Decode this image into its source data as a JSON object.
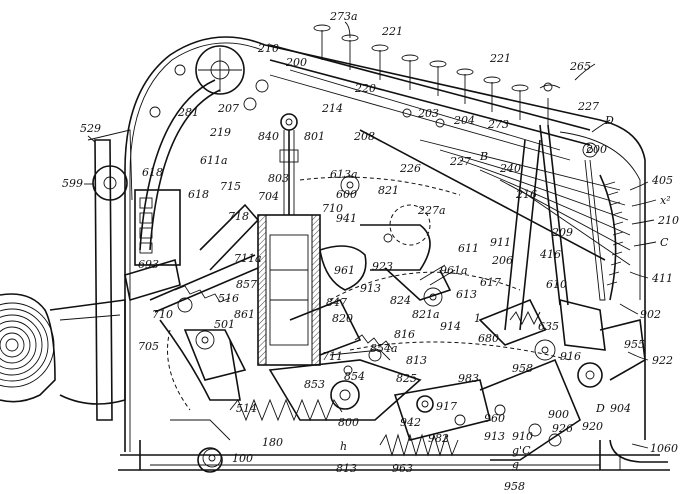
{
  "figure": {
    "kind": "patent-drawing",
    "ink_color": "#111111",
    "paper_color": "#ffffff"
  },
  "labels": [
    {
      "id": "l273a",
      "text": "273a"
    },
    {
      "id": "l221a",
      "text": "221"
    },
    {
      "id": "l221b",
      "text": "221"
    },
    {
      "id": "l210a",
      "text": "210"
    },
    {
      "id": "l200a",
      "text": "200"
    },
    {
      "id": "l265",
      "text": "265"
    },
    {
      "id": "l227a",
      "text": "227"
    },
    {
      "id": "lD",
      "text": "D"
    },
    {
      "id": "l220",
      "text": "220"
    },
    {
      "id": "l214",
      "text": "214"
    },
    {
      "id": "l203",
      "text": "203"
    },
    {
      "id": "l204",
      "text": "204"
    },
    {
      "id": "l273b",
      "text": "273"
    },
    {
      "id": "l281",
      "text": "281"
    },
    {
      "id": "l207",
      "text": "207"
    },
    {
      "id": "l219",
      "text": "219"
    },
    {
      "id": "l840",
      "text": "840"
    },
    {
      "id": "l801",
      "text": "801"
    },
    {
      "id": "l208",
      "text": "208"
    },
    {
      "id": "l529",
      "text": "529"
    },
    {
      "id": "l611a",
      "text": "611a"
    },
    {
      "id": "l618a",
      "text": "618"
    },
    {
      "id": "l618b",
      "text": "618"
    },
    {
      "id": "l599",
      "text": "599"
    },
    {
      "id": "l715",
      "text": "715"
    },
    {
      "id": "l704",
      "text": "704"
    },
    {
      "id": "l718",
      "text": "718"
    },
    {
      "id": "l803",
      "text": "803"
    },
    {
      "id": "l226",
      "text": "226"
    },
    {
      "id": "l227b",
      "text": "227"
    },
    {
      "id": "l240",
      "text": "240"
    },
    {
      "id": "lB",
      "text": "B"
    },
    {
      "id": "l200b",
      "text": "200"
    },
    {
      "id": "l405",
      "text": "405"
    },
    {
      "id": "lx2",
      "text": "x²"
    },
    {
      "id": "l210b",
      "text": "210"
    },
    {
      "id": "lC",
      "text": "C"
    },
    {
      "id": "l411",
      "text": "411"
    },
    {
      "id": "l613a",
      "text": "613a"
    },
    {
      "id": "l600",
      "text": "600"
    },
    {
      "id": "l821",
      "text": "821"
    },
    {
      "id": "l216",
      "text": "216"
    },
    {
      "id": "l227c",
      "text": "227a"
    },
    {
      "id": "l710",
      "text": "710"
    },
    {
      "id": "l941",
      "text": "941"
    },
    {
      "id": "l911",
      "text": "911"
    },
    {
      "id": "l209",
      "text": "209"
    },
    {
      "id": "l711a",
      "text": "711a"
    },
    {
      "id": "l857",
      "text": "857"
    },
    {
      "id": "l961",
      "text": "961"
    },
    {
      "id": "l923",
      "text": "923"
    },
    {
      "id": "l206",
      "text": "206"
    },
    {
      "id": "l416",
      "text": "416"
    },
    {
      "id": "l611",
      "text": "611"
    },
    {
      "id": "l617",
      "text": "617"
    },
    {
      "id": "l610",
      "text": "610"
    },
    {
      "id": "l961a",
      "text": "961a"
    },
    {
      "id": "l613",
      "text": "613"
    },
    {
      "id": "l693",
      "text": "693"
    },
    {
      "id": "l710b",
      "text": "710"
    },
    {
      "id": "l516",
      "text": "516"
    },
    {
      "id": "l861",
      "text": "861"
    },
    {
      "id": "l913",
      "text": "913"
    },
    {
      "id": "l824",
      "text": "824"
    },
    {
      "id": "l847",
      "text": "847"
    },
    {
      "id": "l820",
      "text": "820"
    },
    {
      "id": "l821a",
      "text": "821a"
    },
    {
      "id": "l1",
      "text": "1"
    },
    {
      "id": "l902",
      "text": "902"
    },
    {
      "id": "l501",
      "text": "501"
    },
    {
      "id": "l635",
      "text": "635"
    },
    {
      "id": "l816",
      "text": "816"
    },
    {
      "id": "l914",
      "text": "914"
    },
    {
      "id": "l680",
      "text": "680"
    },
    {
      "id": "l705",
      "text": "705"
    },
    {
      "id": "l711",
      "text": "711"
    },
    {
      "id": "l854a",
      "text": "854a"
    },
    {
      "id": "l813a",
      "text": "813"
    },
    {
      "id": "l958a",
      "text": "958"
    },
    {
      "id": "l916",
      "text": "916"
    },
    {
      "id": "l955",
      "text": "955"
    },
    {
      "id": "l922",
      "text": "922"
    },
    {
      "id": "l853",
      "text": "853"
    },
    {
      "id": "l854",
      "text": "854"
    },
    {
      "id": "l825",
      "text": "825"
    },
    {
      "id": "l983",
      "text": "983"
    },
    {
      "id": "l514",
      "text": "514"
    },
    {
      "id": "l800",
      "text": "800"
    },
    {
      "id": "l917",
      "text": "917"
    },
    {
      "id": "l960",
      "text": "960"
    },
    {
      "id": "l900",
      "text": "900"
    },
    {
      "id": "lD2",
      "text": "D"
    },
    {
      "id": "l904",
      "text": "904"
    },
    {
      "id": "l920",
      "text": "920"
    },
    {
      "id": "l926",
      "text": "926"
    },
    {
      "id": "l180",
      "text": "180"
    },
    {
      "id": "l942",
      "text": "942"
    },
    {
      "id": "l913b",
      "text": "913"
    },
    {
      "id": "l910",
      "text": "910"
    },
    {
      "id": "lh",
      "text": "h"
    },
    {
      "id": "l982",
      "text": "982"
    },
    {
      "id": "lgC",
      "text": "g'C"
    },
    {
      "id": "l100",
      "text": "100"
    },
    {
      "id": "l813b",
      "text": "813"
    },
    {
      "id": "l963",
      "text": "963"
    },
    {
      "id": "lg",
      "text": "g"
    },
    {
      "id": "l1060",
      "text": "1060"
    },
    {
      "id": "l958b",
      "text": "958"
    }
  ]
}
